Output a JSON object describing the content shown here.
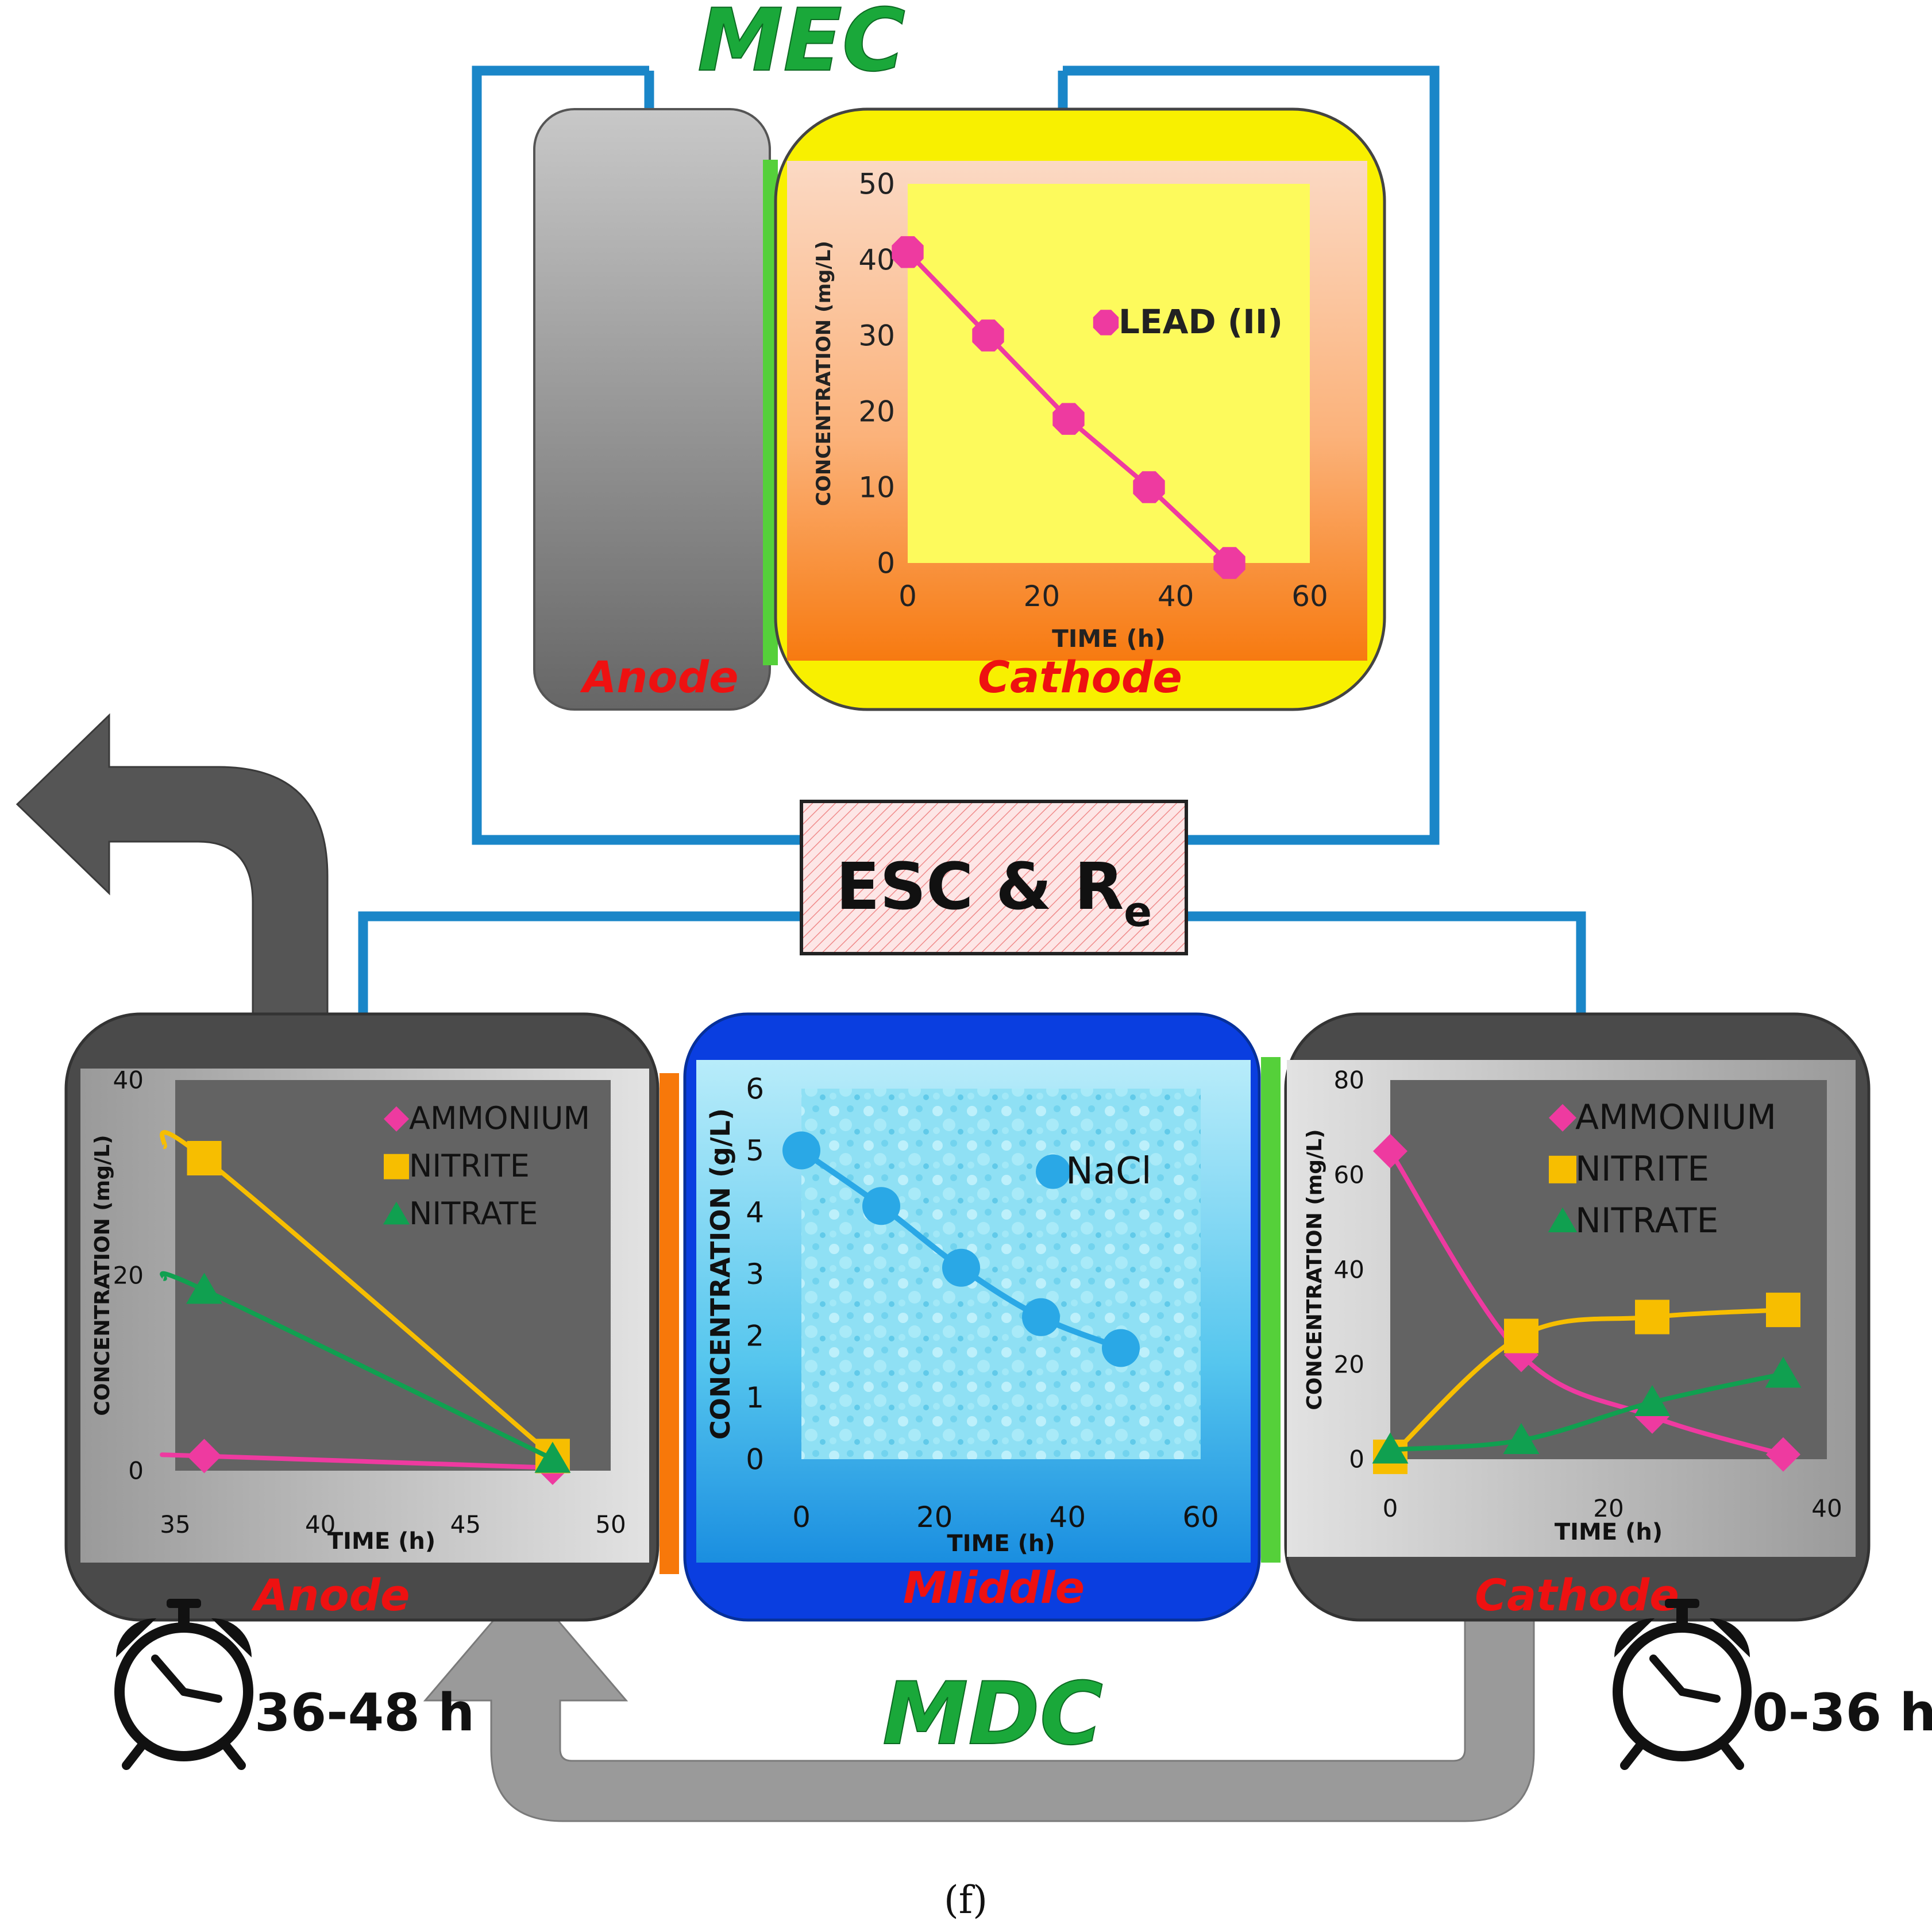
{
  "mec": {
    "title": "MEC",
    "anode_label": "Anode",
    "cathode_label": "Cathode"
  },
  "mdc": {
    "title": "MDC",
    "anode_label": "Anode",
    "middle_label": "MIiddle",
    "cathode_label": "Cathode"
  },
  "esc": {
    "label": "ESC & R",
    "subscript": "e"
  },
  "timers": {
    "left": "36-48 h",
    "right": "0-36 h"
  },
  "caption": "(f)",
  "colors": {
    "wire": "#1a86c8",
    "green_title": "#1aa83a",
    "red_label": "#ee1111",
    "magenta": "#ee3aa0",
    "yellow": "#f7be00",
    "green": "#10a050",
    "cyan": "#2aa8e6"
  },
  "chart_data": [
    {
      "type": "line",
      "title": "",
      "xlabel": "TIME (h)",
      "ylabel": "CONCENTRATION (mg/L)",
      "xlim": [
        0,
        60
      ],
      "ylim": [
        0,
        50
      ],
      "xticks": [
        0,
        20,
        40,
        60
      ],
      "yticks": [
        0,
        10,
        20,
        30,
        40,
        50
      ],
      "legend_position": "center-right",
      "series": [
        {
          "name": "LEAD (II)",
          "color": "#ee3aa0",
          "marker": "octagon",
          "x": [
            0,
            12,
            24,
            36,
            48
          ],
          "y": [
            41,
            30,
            19,
            10,
            0
          ]
        }
      ]
    },
    {
      "type": "line",
      "title": "",
      "xlabel": "TIME (h)",
      "ylabel": "CONCENTRATION (mg/L)",
      "xlim": [
        35,
        50
      ],
      "ylim": [
        0,
        40
      ],
      "xticks": [
        35,
        40,
        45,
        50
      ],
      "yticks": [
        0,
        20,
        40
      ],
      "legend_position": "top-right",
      "series": [
        {
          "name": "AMMONIUM",
          "color": "#ee3aa0",
          "marker": "diamond",
          "x": [
            36,
            48
          ],
          "y": [
            1.5,
            0.3
          ]
        },
        {
          "name": "NITRITE",
          "color": "#f7be00",
          "marker": "square",
          "x": [
            36,
            48
          ],
          "y": [
            32,
            1.5
          ]
        },
        {
          "name": "NITRATE",
          "color": "#10a050",
          "marker": "triangle",
          "x": [
            36,
            48
          ],
          "y": [
            18.5,
            1.2
          ]
        }
      ]
    },
    {
      "type": "line",
      "title": "",
      "xlabel": "TIME (h)",
      "ylabel": "CONCENTRATION (g/L)",
      "xlim": [
        0,
        60
      ],
      "ylim": [
        0,
        6
      ],
      "xticks": [
        0,
        20,
        40,
        60
      ],
      "yticks": [
        0,
        1,
        2,
        3,
        4,
        5,
        6
      ],
      "legend_position": "top-right",
      "series": [
        {
          "name": "NaCl",
          "color": "#2aa8e6",
          "marker": "circle",
          "x": [
            0,
            12,
            24,
            36,
            48
          ],
          "y": [
            5.0,
            4.1,
            3.1,
            2.3,
            1.8
          ]
        }
      ]
    },
    {
      "type": "line",
      "title": "",
      "xlabel": "TIME (h)",
      "ylabel": "CONCENTRATION (mg/L)",
      "xlim": [
        0,
        40
      ],
      "ylim": [
        0,
        80
      ],
      "xticks": [
        0,
        20,
        40
      ],
      "yticks": [
        0,
        20,
        40,
        60,
        80
      ],
      "legend_position": "top-right",
      "series": [
        {
          "name": "AMMONIUM",
          "color": "#ee3aa0",
          "marker": "diamond",
          "x": [
            0,
            12,
            24,
            36
          ],
          "y": [
            65,
            22,
            9,
            1
          ]
        },
        {
          "name": "NITRITE",
          "color": "#f7be00",
          "marker": "square",
          "x": [
            0,
            12,
            24,
            36
          ],
          "y": [
            0.5,
            26,
            30,
            31.5
          ]
        },
        {
          "name": "NITRATE",
          "color": "#10a050",
          "marker": "triangle",
          "x": [
            0,
            12,
            24,
            36
          ],
          "y": [
            2,
            4,
            12,
            18
          ]
        }
      ]
    }
  ]
}
